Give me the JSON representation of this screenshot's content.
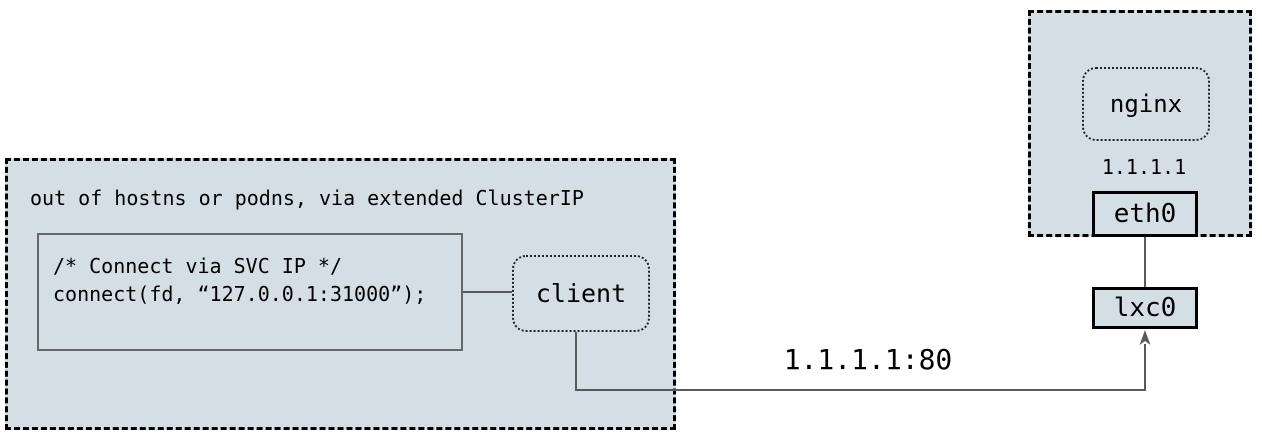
{
  "diagram": {
    "left_group": {
      "title": "out of hostns or podns, via extended ClusterIP",
      "code_line1": "/* Connect via SVC IP */",
      "code_line2": "connect(fd, “127.0.0.1:31000”);",
      "client_label": "client"
    },
    "right_group": {
      "nginx_label": "nginx",
      "ip_label": "1.1.1.1",
      "eth_label": "eth0",
      "lxc_label": "lxc0"
    },
    "connection_label": "1.1.1.1:80",
    "colors": {
      "group_fill": "#d3dfe4",
      "dashed_border": "#000000",
      "code_box_border": "#666666",
      "connector": "#595959",
      "text": "#000000"
    }
  }
}
